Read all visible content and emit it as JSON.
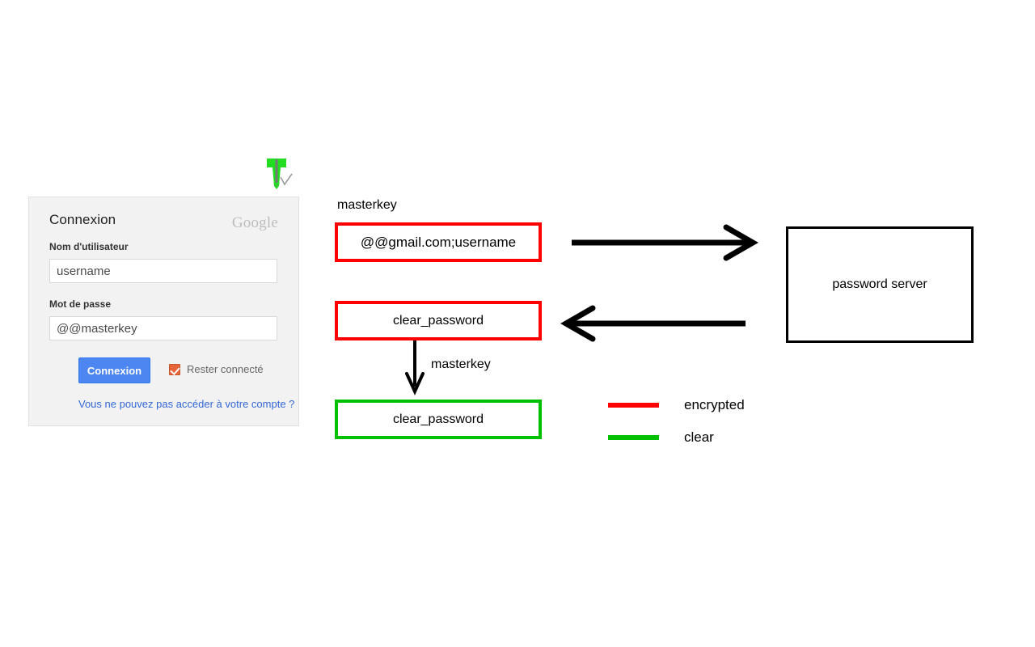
{
  "login": {
    "title": "Connexion",
    "brand": "Google",
    "username_label": "Nom d'utilisateur",
    "username_value": "username",
    "username_placeholder": "Nom d'utilisateur",
    "password_label": "Mot de passe",
    "password_value": "@@masterkey",
    "password_placeholder": "Mot de passe",
    "submit_label": "Connexion",
    "stay_signed_in_label": "Rester connecté",
    "stay_signed_in_checked": true,
    "help_link": "Vous ne pouvez pas accéder à votre compte ?",
    "button_color": "#4d86f0",
    "link_color": "#3367d6",
    "checkbox_color": "#e8643a"
  },
  "pin": {
    "icon": "green-pushpin-icon",
    "color": "#22dd22"
  },
  "diagram": {
    "masterkey_top_label": "masterkey",
    "masterkey_mid_label": "masterkey",
    "encrypted_credential_box": "@@gmail.com;username",
    "clear_password_encrypted_box": "clear_password",
    "clear_password_clear_box": "clear_password",
    "server_box": "password server",
    "red": "#ff0000",
    "green": "#00c000",
    "black": "#000000"
  },
  "legend": {
    "items": [
      {
        "label": "encrypted",
        "color": "#ff0000"
      },
      {
        "label": "clear",
        "color": "#00c000"
      }
    ]
  }
}
